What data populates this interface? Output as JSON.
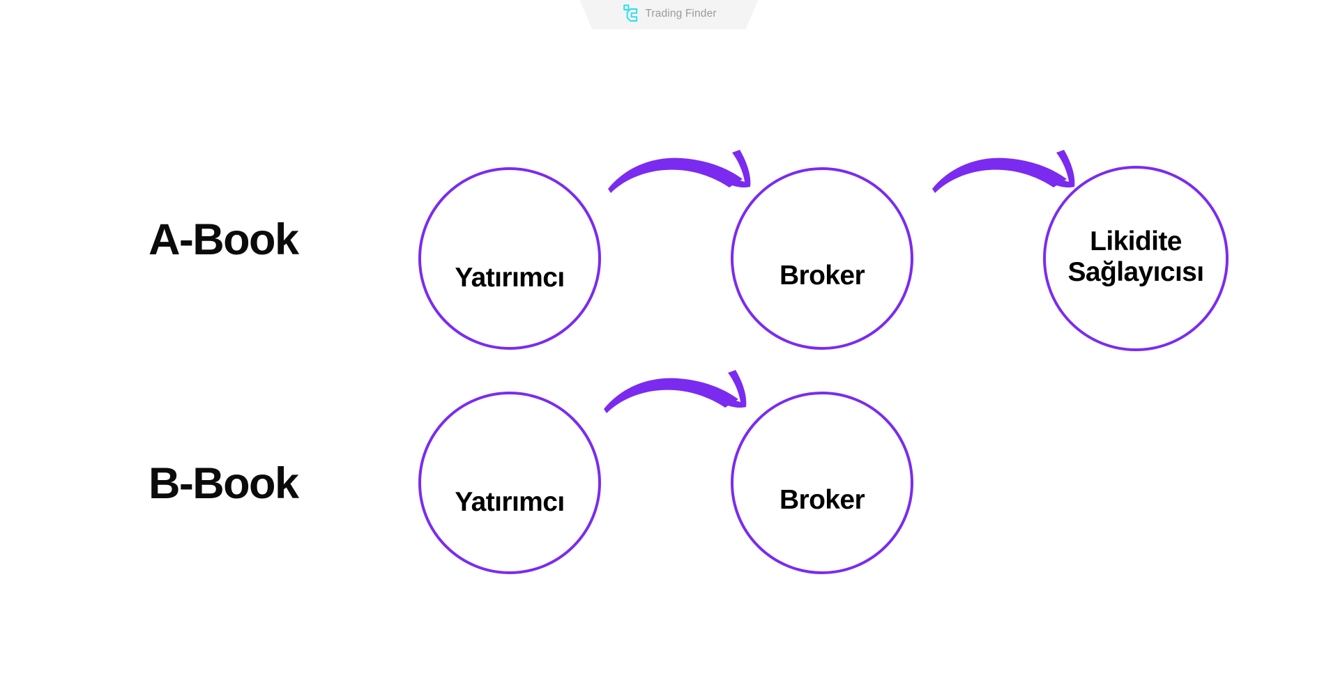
{
  "watermark": {
    "brand": "Trading Finder",
    "logo_icon": "trading-finder-logo-icon",
    "logo_color": "#22E0F0",
    "text_color": "#9a9a9a",
    "background": "#f4f4f4"
  },
  "theme": {
    "background": "#ffffff",
    "accent_purple": "#7B2BF0",
    "text_black": "#000000"
  },
  "diagram": {
    "type": "flow",
    "rows": [
      {
        "id": "a-book",
        "label": "A-Book",
        "nodes": [
          {
            "id": "a-investor",
            "label": "Yatırımcı"
          },
          {
            "id": "a-broker",
            "label": "Broker"
          },
          {
            "id": "a-liquidity",
            "label_line1": "Likidite",
            "label_line2": "Sağlayıcısı"
          }
        ],
        "arrows": [
          {
            "id": "a-arrow-1",
            "from": "a-investor",
            "to": "a-broker",
            "icon": "curved-arrow-right-icon"
          },
          {
            "id": "a-arrow-2",
            "from": "a-broker",
            "to": "a-liquidity",
            "icon": "curved-arrow-right-icon"
          }
        ]
      },
      {
        "id": "b-book",
        "label": "B-Book",
        "nodes": [
          {
            "id": "b-investor",
            "label": "Yatırımcı"
          },
          {
            "id": "b-broker",
            "label": "Broker"
          }
        ],
        "arrows": [
          {
            "id": "b-arrow-1",
            "from": "b-investor",
            "to": "b-broker",
            "icon": "curved-arrow-right-icon"
          }
        ]
      }
    ]
  }
}
